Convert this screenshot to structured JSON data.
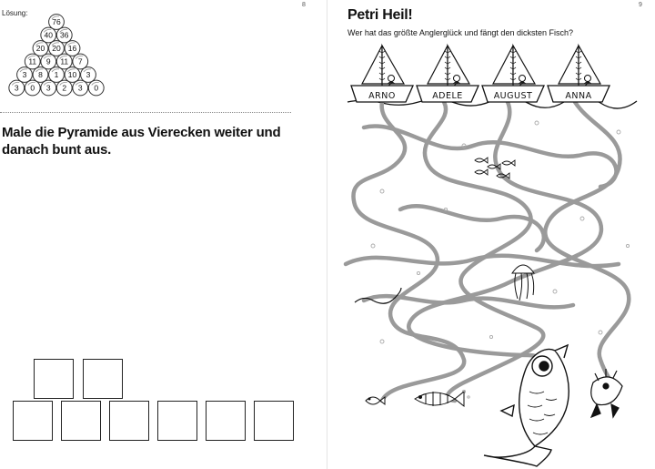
{
  "left_page": {
    "page_number": "8",
    "solution_label": "Lösung:",
    "pyramid_rows": [
      [
        "76"
      ],
      [
        "40",
        "36"
      ],
      [
        "20",
        "20",
        "16"
      ],
      [
        "11",
        "9",
        "11",
        "7"
      ],
      [
        "3",
        "8",
        "1",
        "10",
        "3"
      ],
      [
        "3",
        "0",
        "3",
        "2",
        "3",
        "0"
      ]
    ],
    "instruction": "Male die Pyramide aus Vierecken weiter und danach bunt aus.",
    "drawing_rows": [
      2,
      6
    ]
  },
  "right_page": {
    "page_number": "9",
    "title": "Petri Heil!",
    "question": "Wer hat das größte Anglerglück und fängt den dicksten Fisch?",
    "boats": [
      {
        "name": "ARNO"
      },
      {
        "name": "ADELE"
      },
      {
        "name": "AUGUST"
      },
      {
        "name": "ANNA"
      }
    ]
  },
  "colors": {
    "ink": "#111111",
    "line_gray": "#9a9a9a",
    "background": "#ffffff"
  }
}
